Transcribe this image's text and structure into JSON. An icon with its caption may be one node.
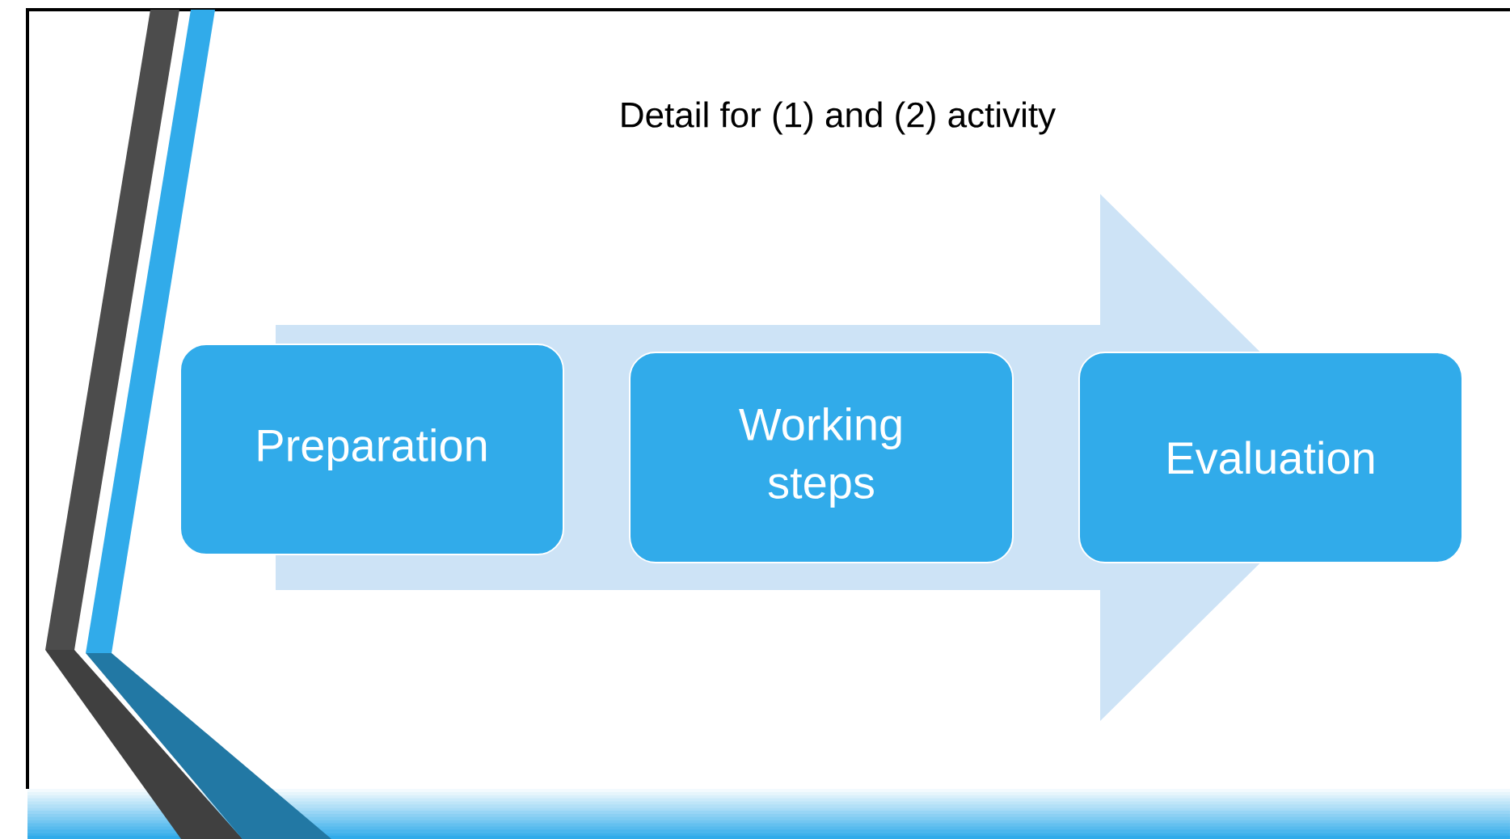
{
  "diagram": {
    "title": "Detail for (1) and (2) activity",
    "nodes": [
      {
        "text": [
          "Preparation"
        ]
      },
      {
        "text": [
          "Working steps"
        ]
      },
      {
        "text": [
          "Evaluation"
        ]
      }
    ],
    "edges": [
      {
        "from": 0,
        "to": 1,
        "arrow": "none"
      },
      {
        "from": 1,
        "to": 2,
        "arrow": "to"
      }
    ]
  }
}
